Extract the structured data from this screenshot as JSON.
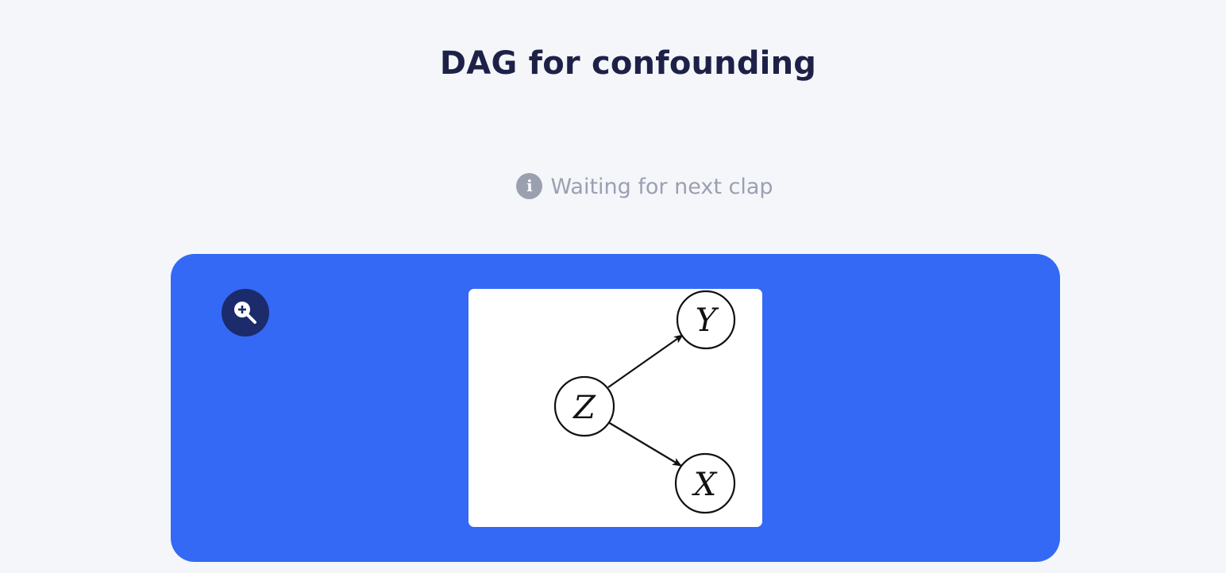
{
  "page": {
    "title": "DAG for confounding"
  },
  "status": {
    "icon": "info-icon",
    "text": "Waiting for next clap"
  },
  "card": {
    "background": "#3369f5",
    "zoom_button_icon": "zoom-in-icon",
    "zoom_button_color": "#1b2b6b"
  },
  "diagram": {
    "nodes": [
      {
        "id": "Z",
        "label": "Z"
      },
      {
        "id": "Y",
        "label": "Y"
      },
      {
        "id": "X",
        "label": "X"
      }
    ],
    "edges": [
      {
        "from": "Z",
        "to": "Y"
      },
      {
        "from": "Z",
        "to": "X"
      }
    ]
  }
}
